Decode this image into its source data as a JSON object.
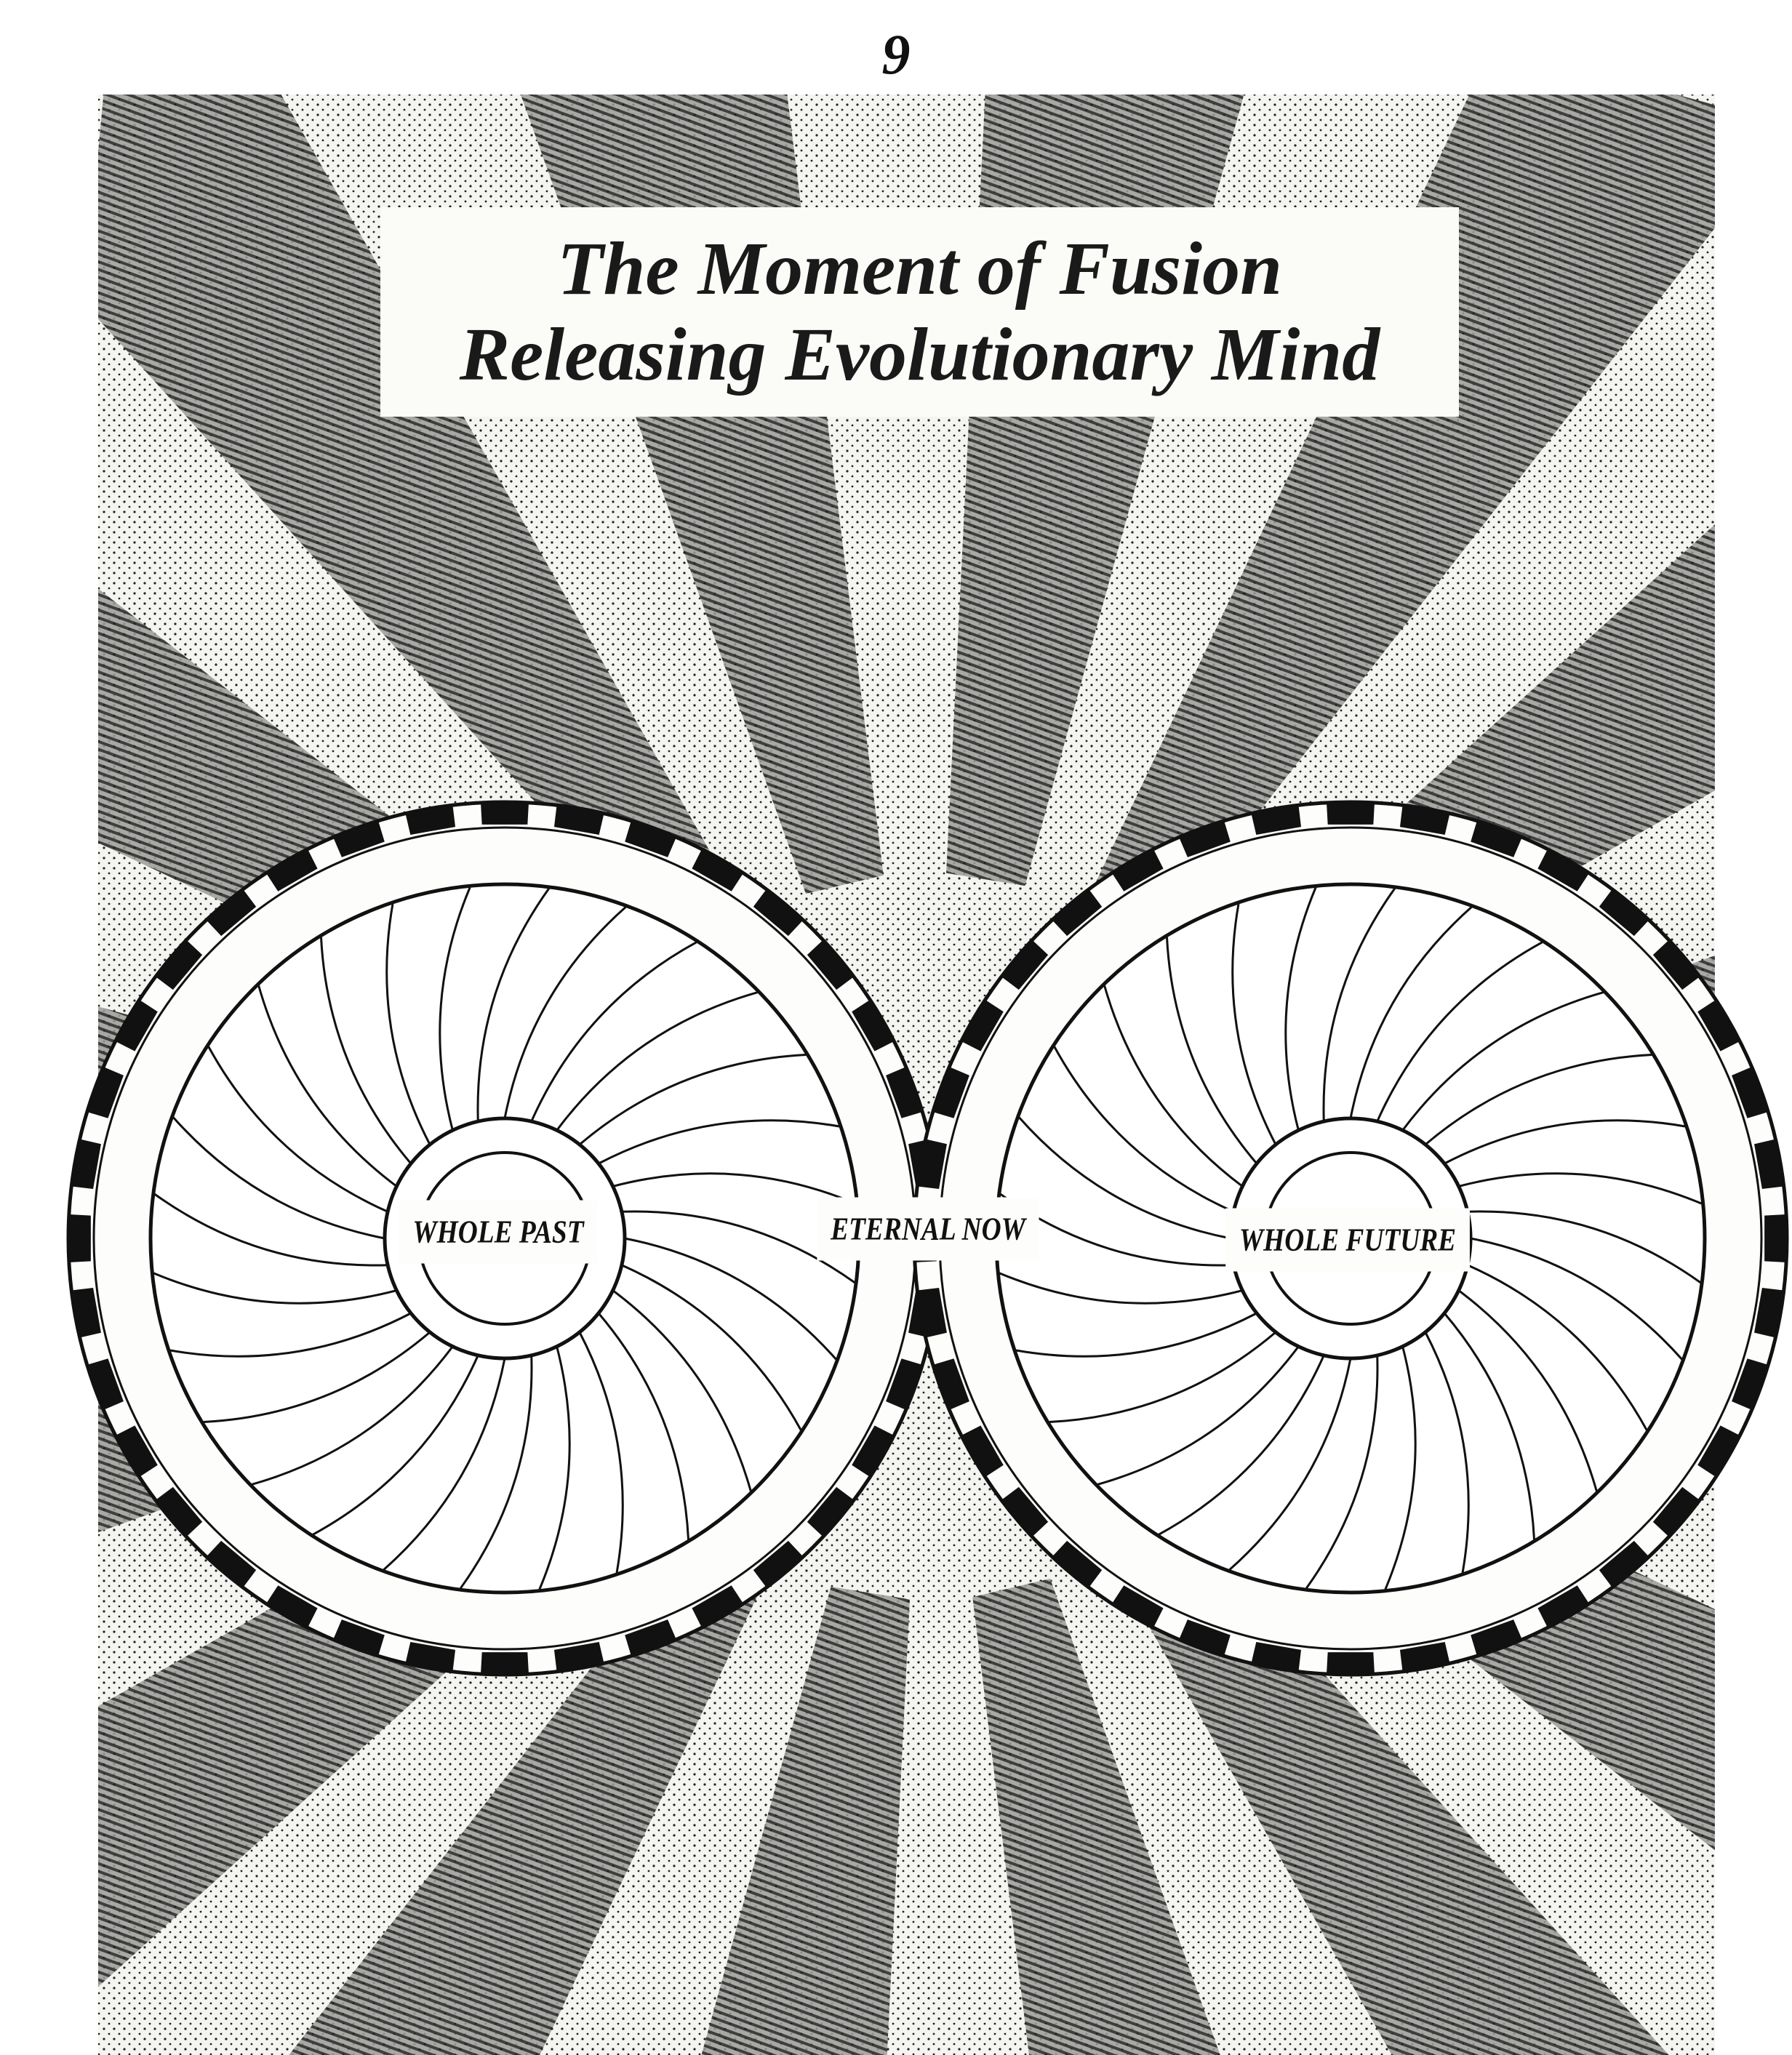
{
  "page_number": "9",
  "title": {
    "line1": "The Moment of Fusion",
    "line2": "Releasing Evolutionary Mind"
  },
  "labels": {
    "past": "WHOLE PAST",
    "now": "ETERNAL NOW",
    "future": "WHOLE FUTURE"
  },
  "colors": {
    "ink": "#111111",
    "paper": "#fdfdfb",
    "shade": "#6e6e6e"
  }
}
